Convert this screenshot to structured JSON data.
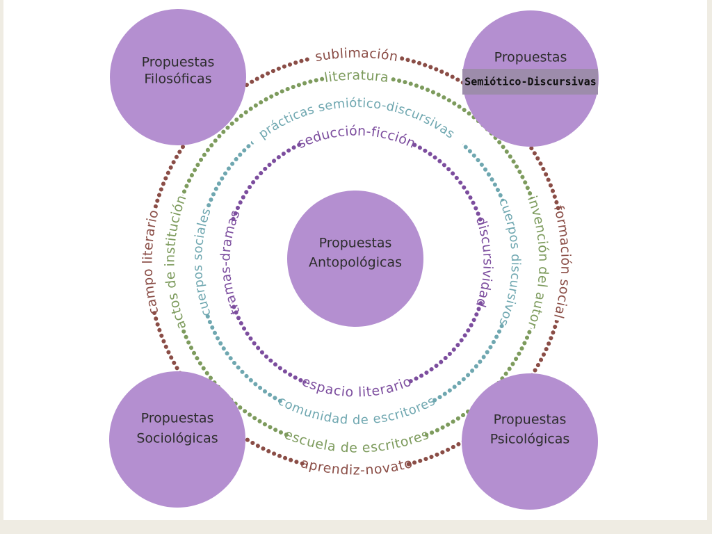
{
  "colors": {
    "background": "#efece3",
    "panel": "#ffffff",
    "circle_fill": "#b48fd0",
    "ring_outer": "#8a4d46",
    "ring_second": "#7d9b5d",
    "ring_third": "#6fa7b0",
    "ring_inner": "#7c4d9e",
    "highlight_band": "#9d8cab"
  },
  "nodes": {
    "top_left": {
      "line1": "Propuestas",
      "line2": "Filosóficas"
    },
    "top_right": {
      "line1": "Propuestas",
      "line2": "Semiótico-Discursivas"
    },
    "bottom_left": {
      "line1": "Propuestas",
      "line2": "Sociológicas"
    },
    "bottom_right": {
      "line1": "Propuestas",
      "line2": "Psicológicas"
    },
    "center": {
      "line1": "Propuestas",
      "line2": "Antopológicas"
    }
  },
  "rings": {
    "outer": {
      "top": "sublimación",
      "left": "campo literario",
      "right": "formación social",
      "bottom": "aprendiz-novato"
    },
    "second": {
      "top": "literatura",
      "left": "actos de institución",
      "right": "invención del autor",
      "bottom": "escuela de escritores"
    },
    "third": {
      "top": "prácticas semiótico-discursivas",
      "left": "cuerpos sociales",
      "right": "cuerpos discursivos",
      "bottom": "comunidad de escritores"
    },
    "inner": {
      "top": "seducción-ficción",
      "left": "tramas-dramas",
      "right": "discursividad",
      "bottom": "espacio literario"
    }
  }
}
